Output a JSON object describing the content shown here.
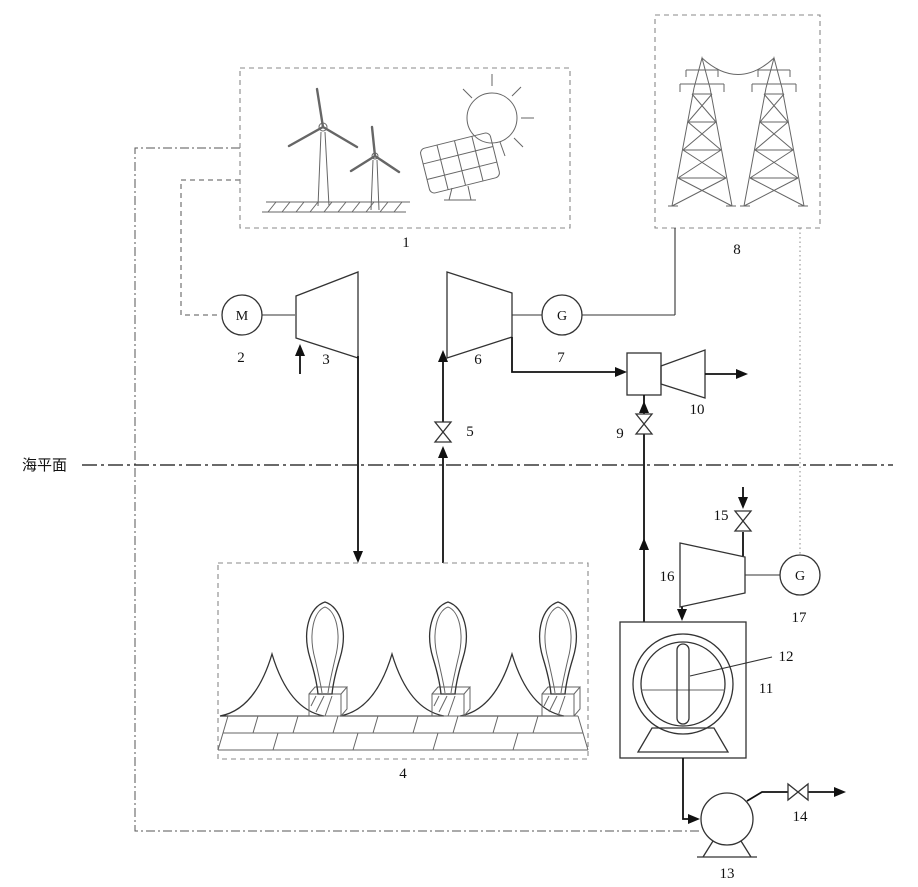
{
  "colors": {
    "ink": "#333333",
    "flow": "#111111",
    "muted": "#888888",
    "background": "#ffffff"
  },
  "sea_level": {
    "label": "海平面"
  },
  "components": {
    "renewable_source": {
      "number": "1"
    },
    "motor": {
      "number": "2",
      "letter": "M"
    },
    "compressor": {
      "number": "3"
    },
    "underwater_air_storage": {
      "number": "4"
    },
    "storage_valve": {
      "number": "5"
    },
    "air_turbine": {
      "number": "6"
    },
    "generator": {
      "number": "7",
      "letter": "G"
    },
    "power_grid": {
      "number": "8"
    },
    "exhaust_valve": {
      "number": "9"
    },
    "exhaust_diffuser": {
      "number": "10"
    },
    "water_turbine_housing": {
      "number": "11"
    },
    "water_turbine_rotor": {
      "number": "12"
    },
    "water_pump": {
      "number": "13"
    },
    "pump_outlet_valve": {
      "number": "14"
    },
    "seawater_inlet_valve": {
      "number": "15"
    },
    "hydro_turbine": {
      "number": "16"
    },
    "hydro_generator": {
      "number": "17",
      "letter": "G"
    }
  }
}
